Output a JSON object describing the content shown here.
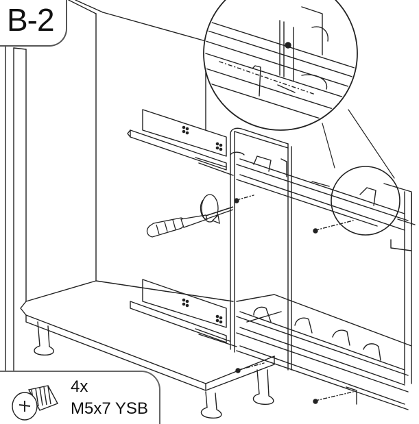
{
  "step": {
    "label": "B-2"
  },
  "parts": {
    "quantity": "4x",
    "code": "M5x7 YSB"
  },
  "icons": {
    "screw": "screw-icon",
    "screwdriver": "screwdriver-icon",
    "rotation": "rotation-arrow-icon",
    "magnifier": "detail-magnifier-icon"
  },
  "colors": {
    "line": "#222222",
    "frame": "#555555",
    "background": "#ffffff"
  }
}
